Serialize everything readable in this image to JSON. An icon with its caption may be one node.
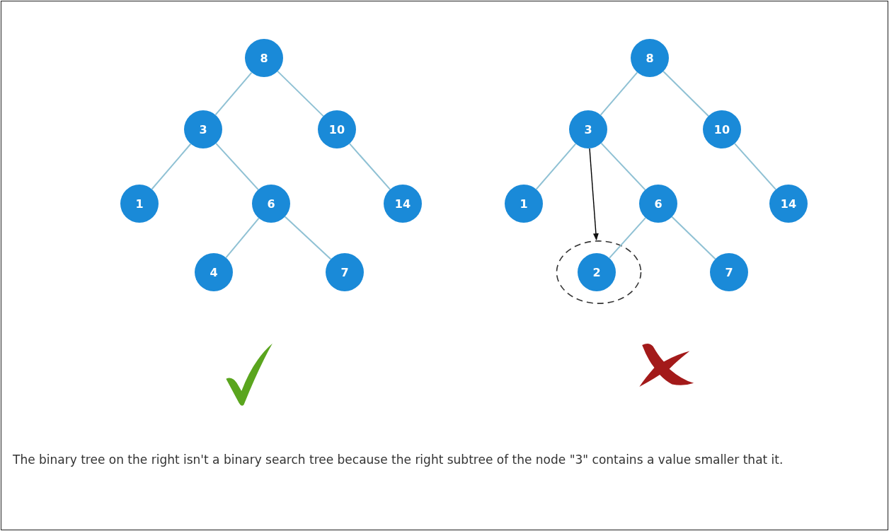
{
  "diagram": {
    "caption": "The binary tree on the right isn't a binary search tree because the right subtree of the node \"3\" contains a value smaller that it.",
    "nodes": [
      {
        "text": [
          "8"
        ]
      },
      {
        "text": [
          "3"
        ]
      },
      {
        "text": [
          "10"
        ]
      },
      {
        "text": [
          "1"
        ]
      },
      {
        "text": [
          "6"
        ]
      },
      {
        "text": [
          "14"
        ]
      },
      {
        "text": [
          "4"
        ]
      },
      {
        "text": [
          "7"
        ]
      },
      {
        "text": [
          "8"
        ]
      },
      {
        "text": [
          "3"
        ]
      },
      {
        "text": [
          "10"
        ]
      },
      {
        "text": [
          "1"
        ]
      },
      {
        "text": [
          "6"
        ]
      },
      {
        "text": [
          "14"
        ]
      },
      {
        "text": [],
        "shape": "circle"
      },
      {
        "text": [
          "2"
        ],
        "in": 14
      },
      {
        "text": [
          "7"
        ]
      },
      {
        "text": [],
        "shape": "checkmark"
      },
      {
        "text": [],
        "shape": "cross"
      }
    ],
    "edges": [
      {
        "from": 0,
        "to": 1,
        "arrow": "none"
      },
      {
        "from": 0,
        "to": 2,
        "arrow": "none"
      },
      {
        "from": 1,
        "to": 3,
        "arrow": "none"
      },
      {
        "from": 1,
        "to": 4,
        "arrow": "none"
      },
      {
        "from": 2,
        "to": 5,
        "arrow": "none"
      },
      {
        "from": 4,
        "to": 6,
        "arrow": "none"
      },
      {
        "from": 4,
        "to": 7,
        "arrow": "none"
      },
      {
        "from": 8,
        "to": 9,
        "arrow": "none"
      },
      {
        "from": 8,
        "to": 10,
        "arrow": "none"
      },
      {
        "from": 9,
        "to": 11,
        "arrow": "none"
      },
      {
        "from": 9,
        "to": 12,
        "arrow": "none"
      },
      {
        "from": 10,
        "to": 13,
        "arrow": "none"
      },
      {
        "from": 12,
        "to": 15,
        "arrow": "none"
      },
      {
        "from": 12,
        "to": 16,
        "arrow": "none"
      },
      {
        "from": 9,
        "to": 14,
        "arrow": "to",
        "color": "#000000"
      }
    ]
  }
}
